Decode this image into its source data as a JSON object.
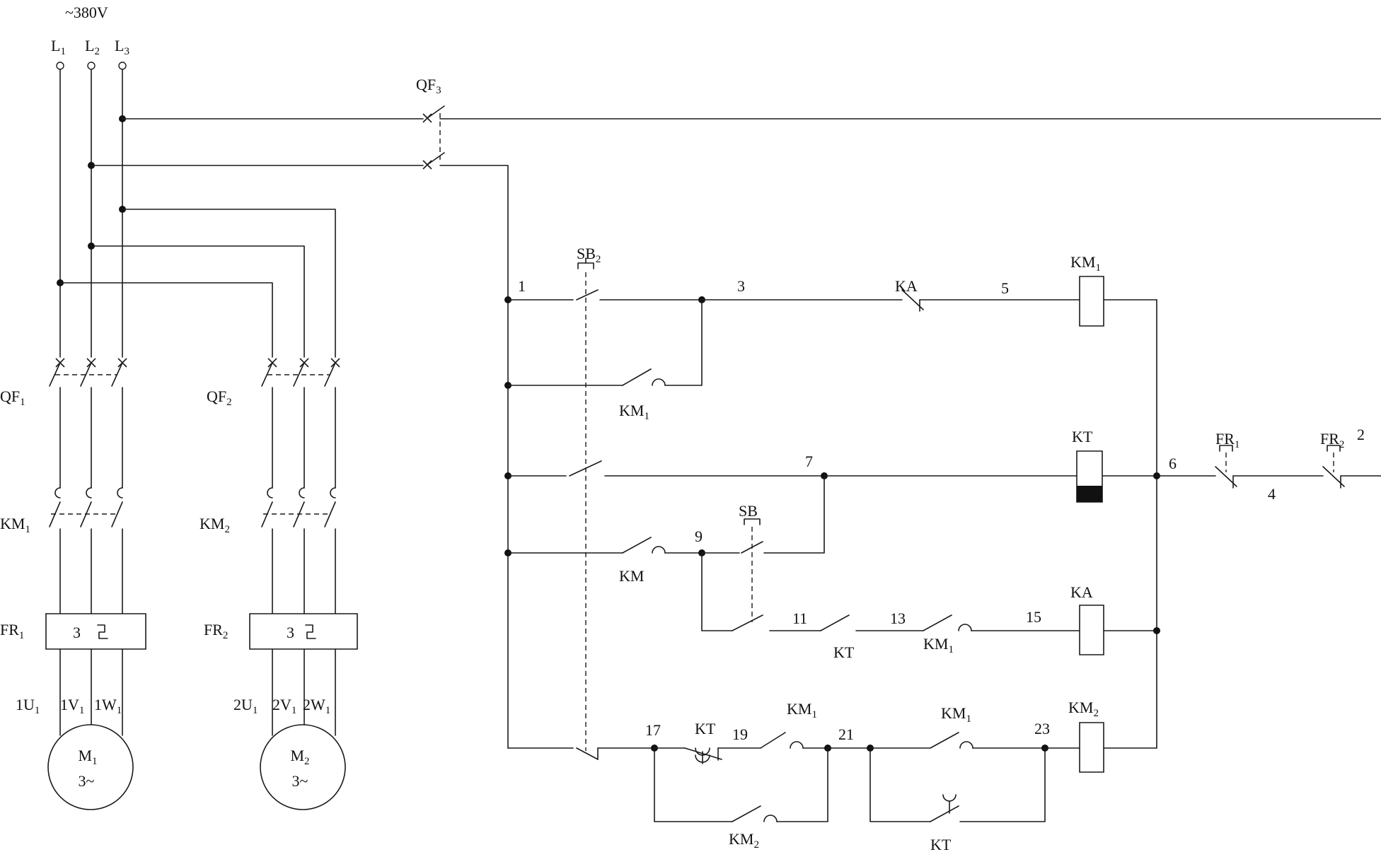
{
  "labels": {
    "supply": "~380V",
    "l1": {
      "main": "L",
      "sub": "1"
    },
    "l2": {
      "main": "L",
      "sub": "2"
    },
    "l3": {
      "main": "L",
      "sub": "3"
    },
    "qf1": {
      "main": "QF",
      "sub": "1"
    },
    "qf2": {
      "main": "QF",
      "sub": "2"
    },
    "qf3": {
      "main": "QF",
      "sub": "3"
    },
    "km1_main": {
      "main": "KM",
      "sub": "1"
    },
    "km2_main": {
      "main": "KM",
      "sub": "2"
    },
    "fr1_main": {
      "main": "FR",
      "sub": "1"
    },
    "fr2_main": {
      "main": "FR",
      "sub": "2"
    },
    "fr_count_1": "3",
    "fr_count_2": "3",
    "m1_terms": [
      "1U",
      "1V",
      "1W"
    ],
    "m2_terms": [
      "2U",
      "2V",
      "2W"
    ],
    "term_sub": "1",
    "m1": {
      "main": "M",
      "sub": "1",
      "phase": "3~"
    },
    "m2": {
      "main": "M",
      "sub": "2",
      "phase": "3~"
    },
    "sb2": {
      "main": "SB",
      "sub": "2"
    },
    "sb": "SB",
    "ka_contact": "KA",
    "km1_coil": {
      "main": "KM",
      "sub": "1"
    },
    "km1_hold": {
      "main": "KM",
      "sub": "1"
    },
    "kt_coil": "KT",
    "km_contact": "KM",
    "ka_coil": "KA",
    "kt_contact_row5": "KT",
    "km1_contact_row5": {
      "main": "KM",
      "sub": "1"
    },
    "kt_contact_row6": "KT",
    "km1_contact_row6a": {
      "main": "KM",
      "sub": "1"
    },
    "km1_contact_row6b": {
      "main": "KM",
      "sub": "1"
    },
    "km2_coil": {
      "main": "KM",
      "sub": "2"
    },
    "km2_contact": {
      "main": "KM",
      "sub": "2"
    },
    "kt_contact_bottom": "KT",
    "fr1_contact": {
      "main": "FR",
      "sub": "1"
    },
    "fr2_contact": {
      "main": "FR",
      "sub": "2"
    },
    "nodes": {
      "n1": "1",
      "n2": "2",
      "n3": "3",
      "n4": "4",
      "n5": "5",
      "n6": "6",
      "n7": "7",
      "n9": "9",
      "n11": "11",
      "n13": "13",
      "n15": "15",
      "n17": "17",
      "n19": "19",
      "n21": "21",
      "n23": "23"
    }
  }
}
